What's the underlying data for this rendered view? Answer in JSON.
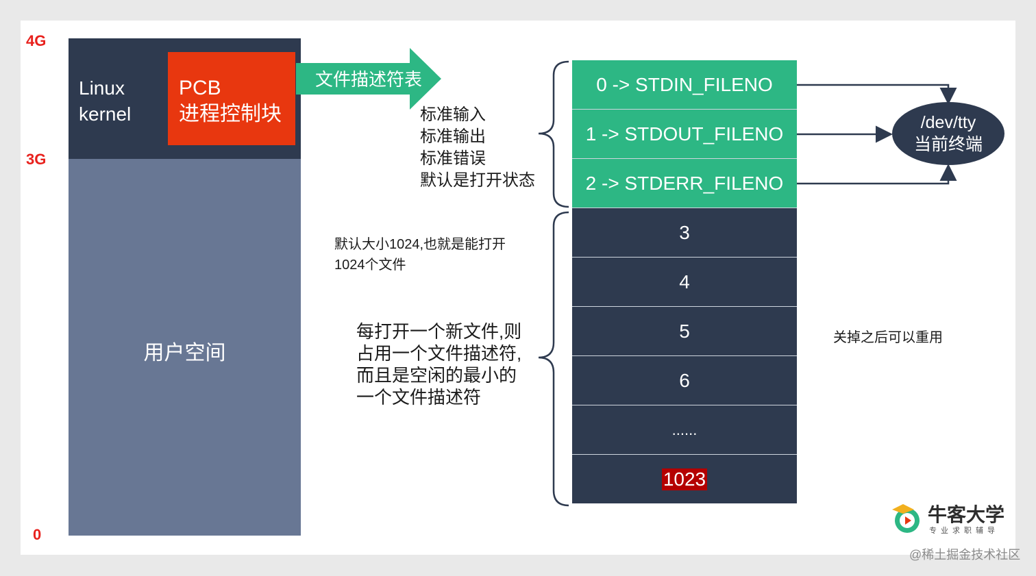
{
  "axis": {
    "top": "4G",
    "mid": "3G",
    "bottom": "0"
  },
  "memory": {
    "kernel_line1": "Linux",
    "kernel_line2": "kernel",
    "pcb_line1": "PCB",
    "pcb_line2": "进程控制块",
    "user_space": "用户空间"
  },
  "arrow_label": "文件描述符表",
  "std_note": [
    "标准输入",
    "标准输出",
    "标准错误",
    "默认是打开状态"
  ],
  "size_note": [
    "默认大小1024,也就是能打开",
    "1024个文件"
  ],
  "alloc_note": "每打开一个新文件,则占用一个文件描述符,而且是空闲的最小的一个文件描述符",
  "reuse_note": "关掉之后可以重用",
  "fd_table": {
    "std": [
      "0 -> STDIN_FILENO",
      "1 -> STDOUT_FILENO",
      "2 -> STDERR_FILENO"
    ],
    "rest": [
      "3",
      "4",
      "5",
      "6",
      "......",
      "1023"
    ]
  },
  "tty": {
    "line1": "/dev/tty",
    "line2": "当前终端"
  },
  "logo": {
    "name": "牛客大学",
    "tagline": "专业求职辅导"
  },
  "watermark": "@稀土掘金技术社区",
  "colors": {
    "dark": "#2e3a4f",
    "user": "#687794",
    "pcb": "#e8370f",
    "green": "#2db784",
    "axis": "#e8211d",
    "highlight": "#b40000"
  }
}
